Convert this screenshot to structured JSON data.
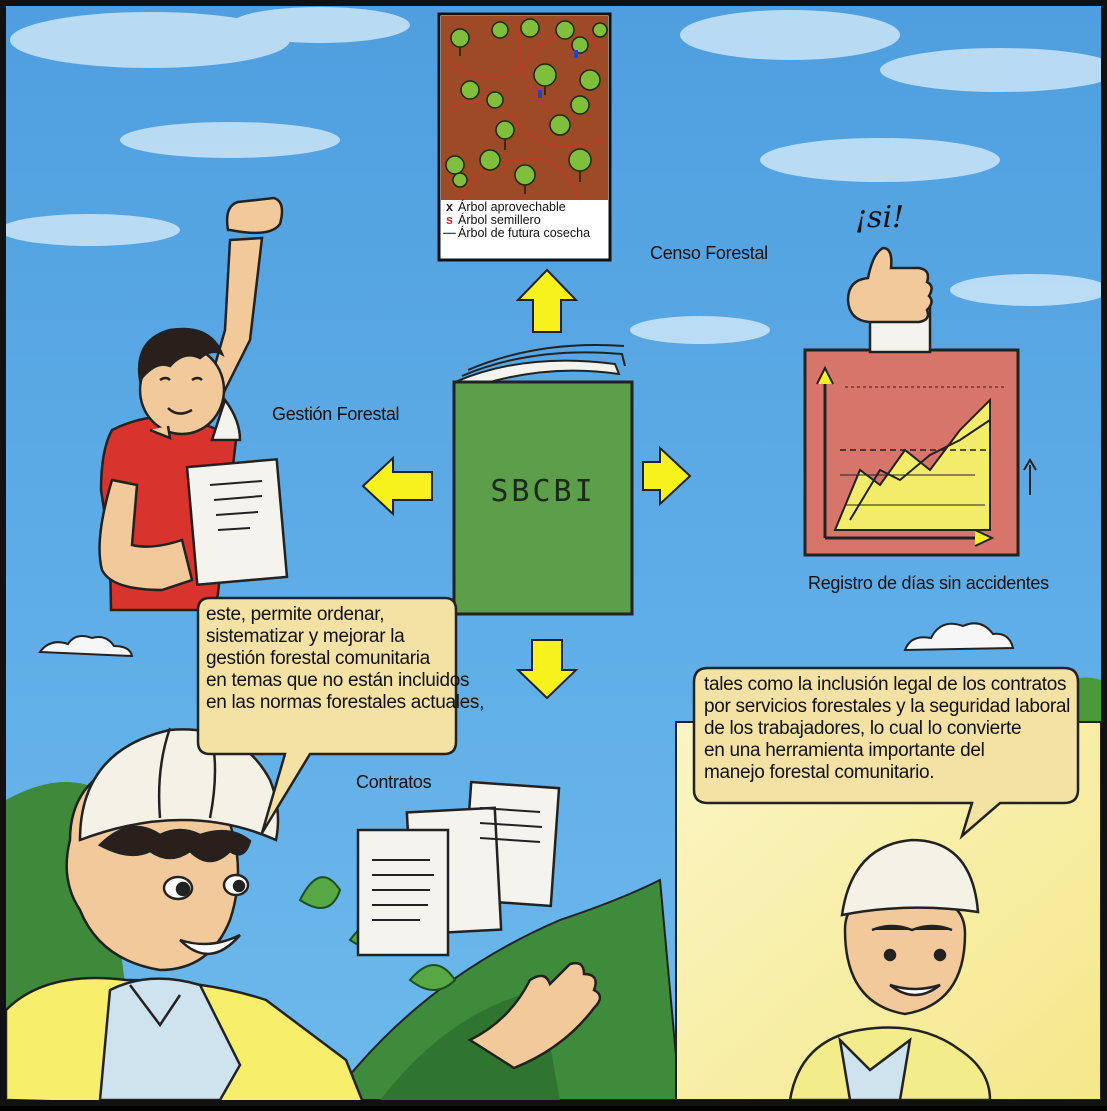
{
  "panel": {
    "book_title": "SBCBI",
    "exclamation": "¡si!"
  },
  "map": {
    "legend": [
      {
        "symbol": "x",
        "color": "#222222",
        "label": "Árbol aprovechable"
      },
      {
        "symbol": "s",
        "color": "#d0302a",
        "label": "Árbol semillero"
      },
      {
        "symbol": "—",
        "color": "#2a3fd0",
        "label": "Árbol de futura cosecha"
      }
    ]
  },
  "labels": {
    "censo": "Censo Forestal",
    "gestion": "Gestión Forestal",
    "registro": "Registro de días sin accidentes",
    "contratos": "Contratos"
  },
  "bubbles": {
    "left": {
      "lines": [
        "este, permite ordenar,",
        "sistematizar y mejorar la",
        "gestión forestal comunitaria",
        "en temas que no están incluidos",
        "en las normas forestales actuales,"
      ]
    },
    "right": {
      "lines": [
        "tales como la inclusión legal de los contratos",
        "por servicios forestales y la seguridad laboral",
        "de los trabajadores, lo cual lo convierte",
        "en una herramienta importante del",
        "manejo forestal comunitario."
      ]
    }
  },
  "colors": {
    "sky": "#56a9e3",
    "book": "#5c9e4a",
    "map_ground": "#9e4a26",
    "chart_bg": "#d7756a",
    "arrow": "#f7f21c",
    "bubble": "#f3e2a4",
    "helmet": "#f4f1e6",
    "shirt_red": "#d8332c"
  }
}
